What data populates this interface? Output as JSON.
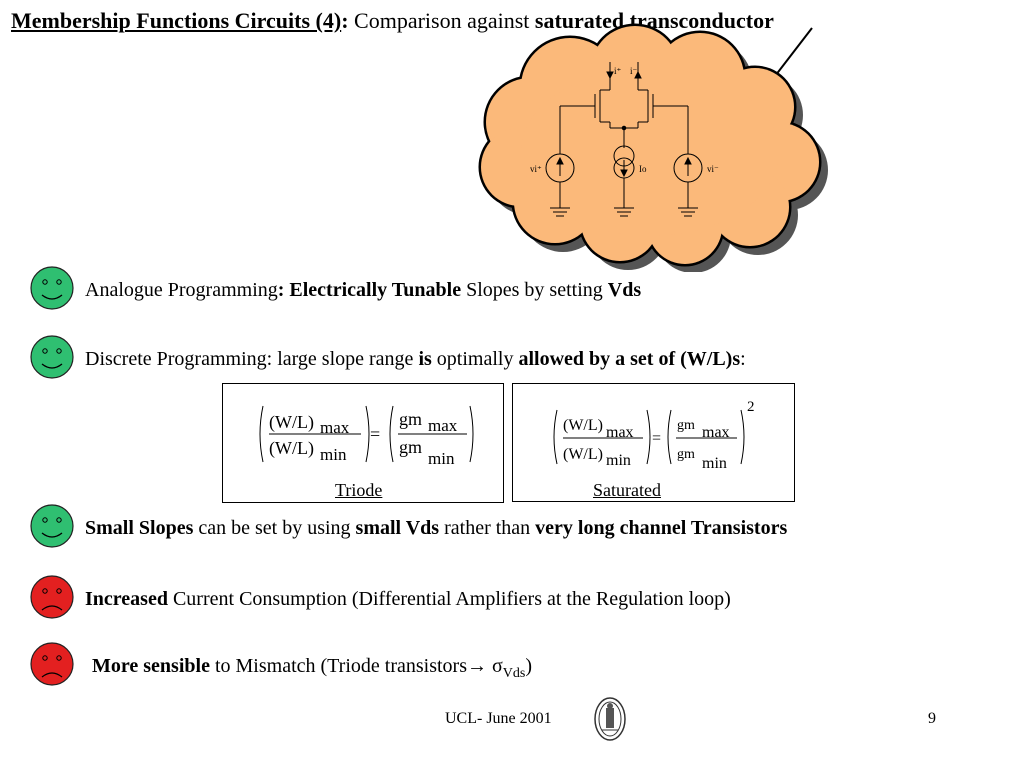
{
  "title": {
    "part1": "Membership Functions Circuits (4)",
    "colon": ":",
    "part2": "Comparison  against",
    "part3": "saturated transconductor"
  },
  "circuit_labels": {
    "i_plus": "i⁺",
    "i_minus": "i⁻",
    "vi_plus": "vi⁺",
    "vi_minus": "vi⁻",
    "io": "Io"
  },
  "bullets": [
    {
      "face": "happy",
      "color": "#2fbf71",
      "parts": [
        "Analogue Programming",
        ": Electrically Tunable",
        " Slopes by setting ",
        "Vds"
      ]
    },
    {
      "face": "happy",
      "color": "#2fbf71",
      "parts": [
        "Discrete Programming: ",
        "large slope range",
        "  is ",
        "optimally",
        " allowed by a set of ",
        "(W/L)s",
        ":"
      ]
    },
    {
      "face": "happy",
      "color": "#2fbf71",
      "parts": [
        "Small Slopes",
        " can be set by using ",
        "small Vds",
        " rather than ",
        "very long channel Transistors"
      ]
    },
    {
      "face": "sad",
      "color": "#e32020",
      "parts": [
        "Increased",
        " Current Consumption (Differential Amplifiers at the Regulation loop)"
      ]
    },
    {
      "face": "sad",
      "color": "#e32020",
      "parts": [
        "More sensible",
        " to Mismatch (Triode transistors",
        "→ ",
        "σ",
        "Vds",
        ")"
      ]
    }
  ],
  "formula": {
    "wl": "(W/L)",
    "max": "max",
    "min": "min",
    "gm": "gm",
    "eq": "=",
    "exp": "2"
  },
  "captions": {
    "triode": "Triode",
    "saturated": "Saturated"
  },
  "footer": {
    "date": "UCL- June 2001",
    "page": "9"
  },
  "colors": {
    "cloud": "#fbb97a",
    "happy": "#2fbf71",
    "sad": "#e32020"
  }
}
